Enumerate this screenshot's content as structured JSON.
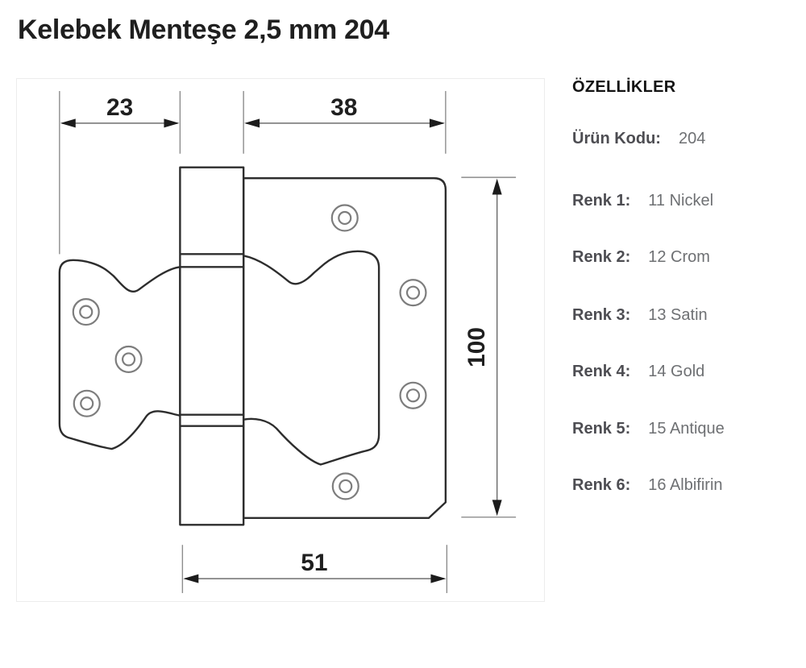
{
  "page": {
    "title": "Kelebek Menteşe 2,5 mm 204"
  },
  "drawing": {
    "dim_top_left": "23",
    "dim_top_right": "38",
    "dim_right": "100",
    "dim_bottom": "51"
  },
  "panel": {
    "header": "ÖZELLİKLER",
    "rows": [
      {
        "label": "Ürün Kodu:",
        "value": "204"
      },
      {
        "label": "Renk 1:",
        "value": "11 Nickel"
      },
      {
        "label": "Renk 2:",
        "value": "12 Crom"
      },
      {
        "label": "Renk 3:",
        "value": "13 Satin"
      },
      {
        "label": "Renk 4:",
        "value": "14 Gold"
      },
      {
        "label": "Renk 5:",
        "value": "15 Antique"
      },
      {
        "label": "Renk 6:",
        "value": "16 Albifirin"
      }
    ]
  },
  "colors": {
    "title_text": "#1f1f1f",
    "outline": "#2d2d2d",
    "dimension_line": "#6f6f6f",
    "extension_line": "#8c8c8c",
    "screw_hole": "#7d7d7d",
    "spec_label": "#4d4d52",
    "spec_value": "#6e7073",
    "box_border": "#ececec"
  }
}
